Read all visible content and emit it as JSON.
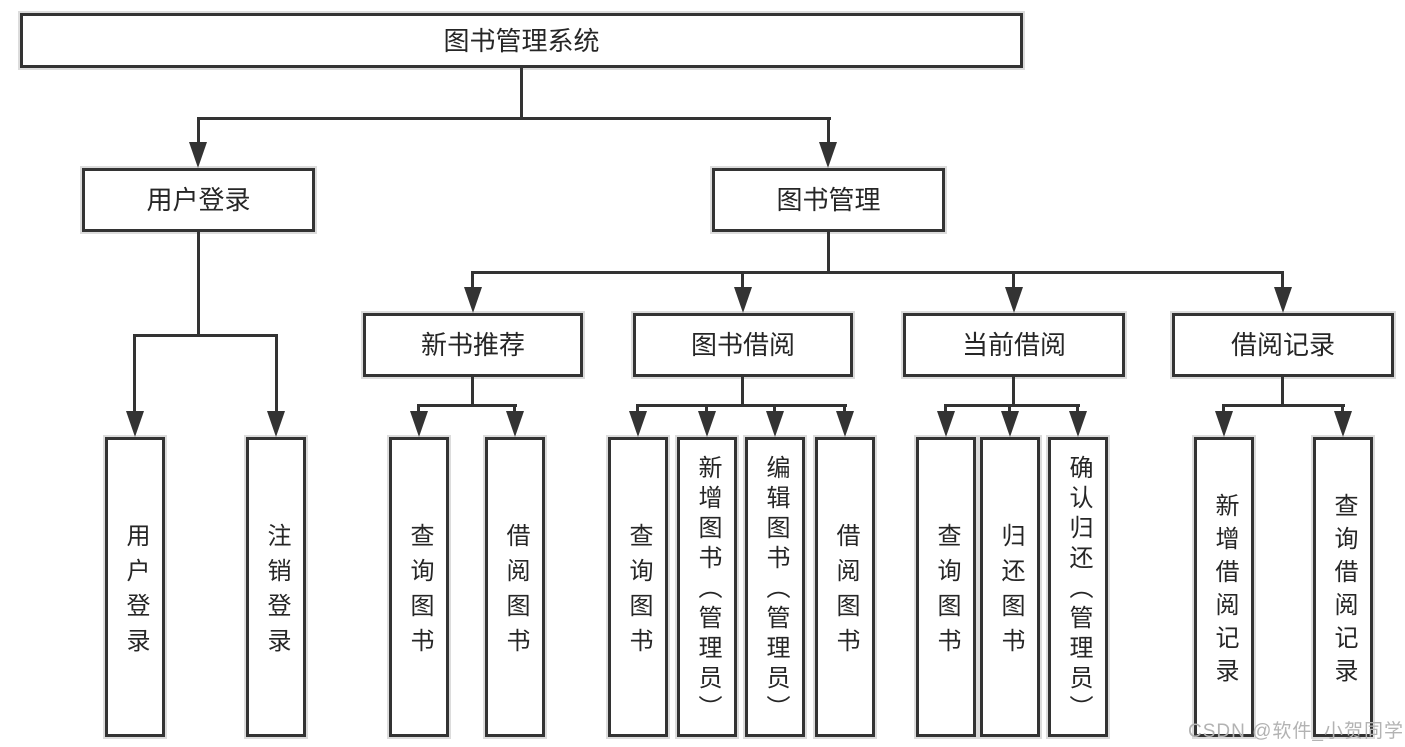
{
  "diagram_type": "hierarchy-tree",
  "root": {
    "label": "图书管理系统"
  },
  "branches": [
    {
      "label": "用户登录",
      "children": [
        {
          "label": "用户登录"
        },
        {
          "label": "注销登录"
        }
      ]
    },
    {
      "label": "图书管理",
      "children": [
        {
          "label": "新书推荐",
          "children": [
            {
              "label": "查询图书"
            },
            {
              "label": "借阅图书"
            }
          ]
        },
        {
          "label": "图书借阅",
          "children": [
            {
              "label": "查询图书"
            },
            {
              "label": "新增图书（管理员）"
            },
            {
              "label": "编辑图书（管理员）"
            },
            {
              "label": "借阅图书"
            }
          ]
        },
        {
          "label": "当前借阅",
          "children": [
            {
              "label": "查询图书"
            },
            {
              "label": "归还图书"
            },
            {
              "label": "确认归还（管理员）"
            }
          ]
        },
        {
          "label": "借阅记录",
          "children": [
            {
              "label": "新增借阅记录"
            },
            {
              "label": "查询借阅记录"
            }
          ]
        }
      ]
    }
  ],
  "watermark": {
    "text": "CSDN @软件_小贺同学"
  },
  "colors": {
    "line": "#333333",
    "text": "#262626",
    "background": "#ffffff",
    "watermark": "#b3b3b3"
  }
}
